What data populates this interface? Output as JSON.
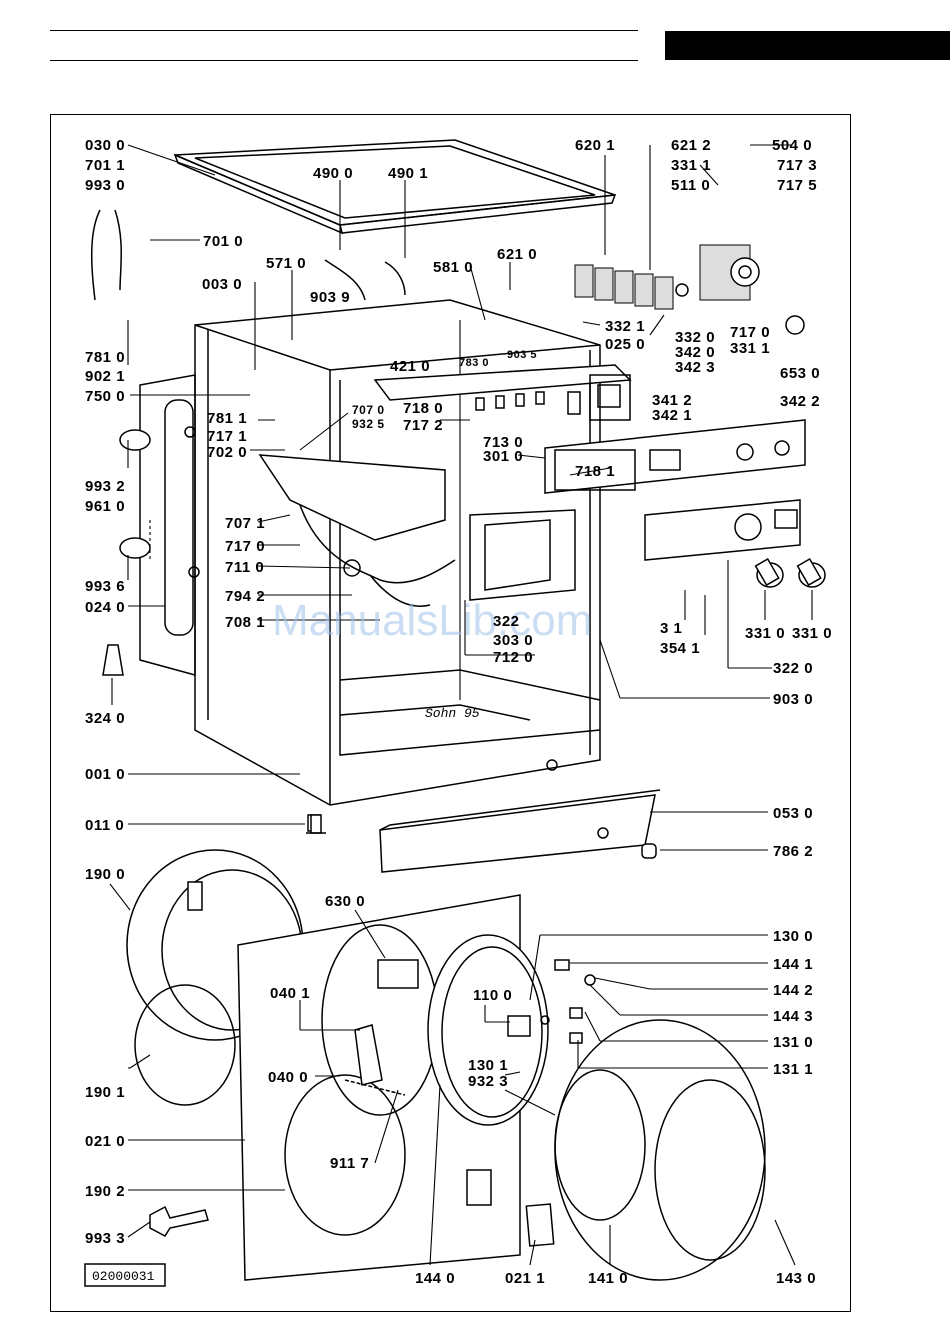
{
  "diagram": {
    "drawing_number": "02000031",
    "watermark": "ManualsLib.com",
    "signature": "Sohn 95",
    "part_labels": [
      {
        "id": "p0300",
        "text": "030 0"
      },
      {
        "id": "p7011",
        "text": "701 1"
      },
      {
        "id": "p9930",
        "text": "993 0"
      },
      {
        "id": "p7010",
        "text": "701 0"
      },
      {
        "id": "p4900",
        "text": "490 0"
      },
      {
        "id": "p4901",
        "text": "490 1"
      },
      {
        "id": "p6201",
        "text": "620 1"
      },
      {
        "id": "p6212",
        "text": "621 2"
      },
      {
        "id": "p3311",
        "text": "331 1"
      },
      {
        "id": "p5110",
        "text": "511 0"
      },
      {
        "id": "p5040",
        "text": "504 0"
      },
      {
        "id": "p7173",
        "text": "717 3"
      },
      {
        "id": "p7175",
        "text": "717 5"
      },
      {
        "id": "p5710",
        "text": "571 0"
      },
      {
        "id": "p0030",
        "text": "003 0"
      },
      {
        "id": "p5810",
        "text": "581 0"
      },
      {
        "id": "p6210",
        "text": "621 0"
      },
      {
        "id": "p9039",
        "text": "903 9"
      },
      {
        "id": "p3321",
        "text": "332 1"
      },
      {
        "id": "p0250",
        "text": "025 0"
      },
      {
        "id": "p3320",
        "text": "332 0"
      },
      {
        "id": "p7170",
        "text": "717 0"
      },
      {
        "id": "p3311b",
        "text": "331 1"
      },
      {
        "id": "p3420",
        "text": "342 0"
      },
      {
        "id": "p3423",
        "text": "342 3"
      },
      {
        "id": "p6530",
        "text": "653 0"
      },
      {
        "id": "p7810",
        "text": "781 0"
      },
      {
        "id": "p9021",
        "text": "902 1"
      },
      {
        "id": "p4210",
        "text": "421 0"
      },
      {
        "id": "p7830",
        "text": "783 0"
      },
      {
        "id": "p9035",
        "text": "903 5"
      },
      {
        "id": "p7500",
        "text": "750 0"
      },
      {
        "id": "p7811",
        "text": "781 1"
      },
      {
        "id": "p7171",
        "text": "717 1"
      },
      {
        "id": "p7020",
        "text": "702 0"
      },
      {
        "id": "p7070",
        "text": "707 0"
      },
      {
        "id": "p9325",
        "text": "932 5"
      },
      {
        "id": "p7180",
        "text": "718 0"
      },
      {
        "id": "p7172",
        "text": "717 2"
      },
      {
        "id": "p3412",
        "text": "341 2"
      },
      {
        "id": "p3421",
        "text": "342 1"
      },
      {
        "id": "p3422",
        "text": "342 2"
      },
      {
        "id": "p7130",
        "text": "713 0"
      },
      {
        "id": "p3010",
        "text": "301 0"
      },
      {
        "id": "p7181",
        "text": "718 1"
      },
      {
        "id": "p9932",
        "text": "993 2"
      },
      {
        "id": "p9610",
        "text": "961 0"
      },
      {
        "id": "p7071",
        "text": "707 1"
      },
      {
        "id": "p7171b",
        "text": "717 0"
      },
      {
        "id": "p7110",
        "text": "711 0"
      },
      {
        "id": "p9936",
        "text": "993 6"
      },
      {
        "id": "p0240",
        "text": "024 0"
      },
      {
        "id": "p7942",
        "text": "794 2"
      },
      {
        "id": "p7081",
        "text": "708 1"
      },
      {
        "id": "p3031",
        "text": "303 0"
      },
      {
        "id": "p7120",
        "text": "712 0"
      },
      {
        "id": "p311",
        "text": "3 1"
      },
      {
        "id": "p3541",
        "text": "354 1"
      },
      {
        "id": "p3310a",
        "text": "331 0"
      },
      {
        "id": "p3310b",
        "text": "331 0"
      },
      {
        "id": "p3220",
        "text": "322 0"
      },
      {
        "id": "p3240",
        "text": "324 0"
      },
      {
        "id": "p9030",
        "text": "903 0"
      },
      {
        "id": "p0010",
        "text": "001 0"
      },
      {
        "id": "p0530",
        "text": "053 0"
      },
      {
        "id": "p0110",
        "text": "011 0"
      },
      {
        "id": "p7862",
        "text": "786 2"
      },
      {
        "id": "p1900",
        "text": "190 0"
      },
      {
        "id": "p6300",
        "text": "630 0"
      },
      {
        "id": "p1300",
        "text": "130 0"
      },
      {
        "id": "p1441",
        "text": "144 1"
      },
      {
        "id": "p0401",
        "text": "040 1"
      },
      {
        "id": "p1100",
        "text": "110 0"
      },
      {
        "id": "p1442",
        "text": "144 2"
      },
      {
        "id": "p1443",
        "text": "144 3"
      },
      {
        "id": "p1310",
        "text": "131 0"
      },
      {
        "id": "p1311",
        "text": "131 1"
      },
      {
        "id": "p1301",
        "text": "130 1"
      },
      {
        "id": "p9323",
        "text": "932 3"
      },
      {
        "id": "p1901",
        "text": "190 1"
      },
      {
        "id": "p0400",
        "text": "040 0"
      },
      {
        "id": "p0210",
        "text": "021 0"
      },
      {
        "id": "p9117",
        "text": "911 7"
      },
      {
        "id": "p1902",
        "text": "190 2"
      },
      {
        "id": "p9933",
        "text": "993 3"
      },
      {
        "id": "p1440",
        "text": "144 0"
      },
      {
        "id": "p0211",
        "text": "021 1"
      },
      {
        "id": "p1410",
        "text": "141 0"
      },
      {
        "id": "p1430",
        "text": "143 0"
      },
      {
        "id": "p3221",
        "text": "322"
      }
    ]
  }
}
